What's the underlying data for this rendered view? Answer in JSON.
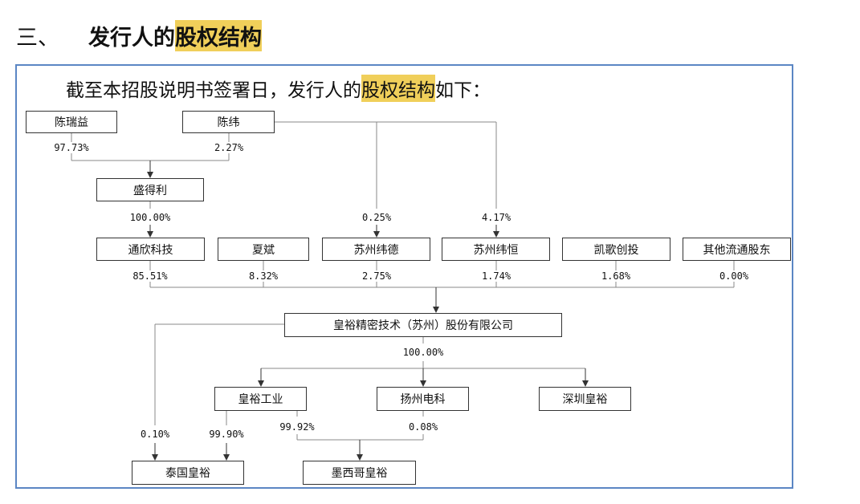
{
  "heading": {
    "num": "三、",
    "pre": "发行人的",
    "hl": "股权结构"
  },
  "intro": {
    "pre": "截至本招股说明书签署日，发行人的",
    "hl": "股权结构",
    "post": "如下："
  },
  "entities": {
    "chenruiyi": "陈瑞益",
    "chenwei": "陈纬",
    "shengdeli": "盛得利",
    "tongxin": "通欣科技",
    "xiabin": "夏斌",
    "sz_weide": "苏州纬德",
    "sz_weiheng": "苏州纬恒",
    "kaige": "凯歌创投",
    "others": "其他流通股东",
    "issuer": "皇裕精密技术（苏州）股份有限公司",
    "hy_industry": "皇裕工业",
    "yz_dianke": "扬州电科",
    "sz_huangyu": "深圳皇裕",
    "thai_huangyu": "泰国皇裕",
    "mex_huangyu": "墨西哥皇裕"
  },
  "percentages": {
    "p_chenruiyi_shengdeli": "97.73%",
    "p_chenwei_shengdeli": "2.27%",
    "p_shengdeli_tongxin": "100.00%",
    "p_chenwei_weide": "0.25%",
    "p_chenwei_weiheng": "4.17%",
    "p_tongxin": "85.51%",
    "p_xiabin": "8.32%",
    "p_weide": "2.75%",
    "p_weiheng": "1.74%",
    "p_kaige": "1.68%",
    "p_others": "0.00%",
    "p_issuer_subs": "100.00%",
    "p_issuer_thai": "0.10%",
    "p_industry_thai": "99.90%",
    "p_industry_mex": "99.92%",
    "p_dianke_mex": "0.08%"
  }
}
